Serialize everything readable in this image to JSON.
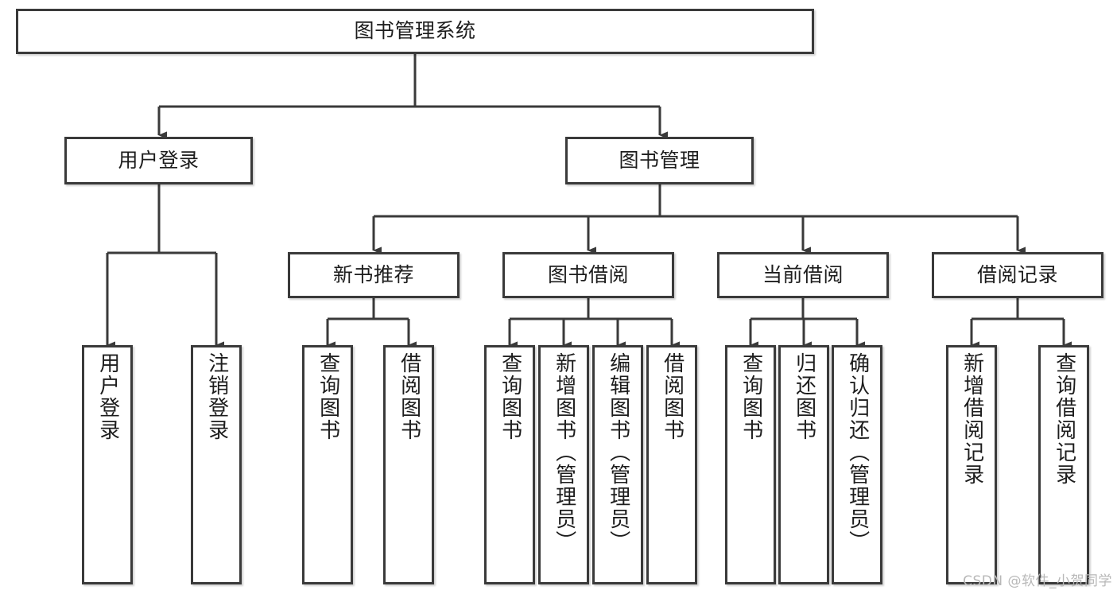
{
  "diagram": {
    "title": "图书管理系统",
    "type": "function-hierarchy-tree",
    "root": {
      "label": "图书管理系统"
    },
    "level2": [
      {
        "label": "用户登录"
      },
      {
        "label": "图书管理"
      }
    ],
    "level3": [
      {
        "label": "新书推荐"
      },
      {
        "label": "图书借阅"
      },
      {
        "label": "当前借阅"
      },
      {
        "label": "借阅记录"
      }
    ],
    "leaves": {
      "user_login": [
        {
          "label": "用户登录"
        },
        {
          "label": "注销登录"
        }
      ],
      "new_book_recommend": [
        {
          "label": "查询图书"
        },
        {
          "label": "借阅图书"
        }
      ],
      "book_borrow": [
        {
          "label": "查询图书"
        },
        {
          "label": "新增图书（管理员）"
        },
        {
          "label": "编辑图书（管理员）"
        },
        {
          "label": "借阅图书"
        }
      ],
      "current_borrow": [
        {
          "label": "查询图书"
        },
        {
          "label": "归还图书"
        },
        {
          "label": "确认归还（管理员）"
        }
      ],
      "borrow_record": [
        {
          "label": "新增借阅记录"
        },
        {
          "label": "查询借阅记录"
        }
      ]
    }
  },
  "watermark": {
    "text": "CSDN @软件_小贺同学"
  },
  "colors": {
    "stroke": "#3a3a3a",
    "text": "#1d1d1d",
    "background": "#ffffff",
    "watermark": "#b8b8b8"
  }
}
